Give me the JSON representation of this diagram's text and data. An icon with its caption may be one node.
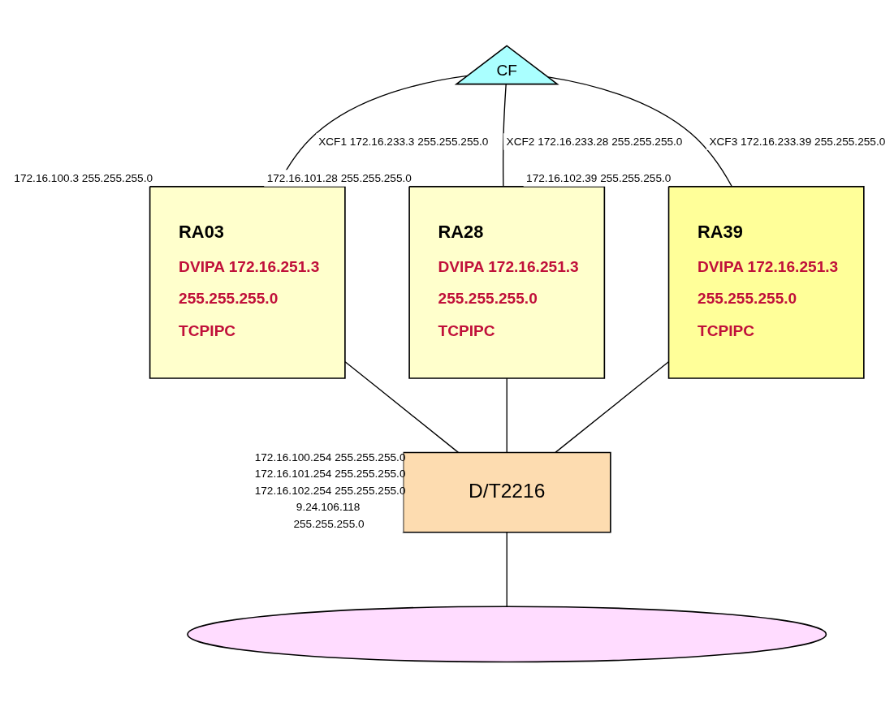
{
  "diagram": {
    "nodes": [
      {
        "text": [
          "CF"
        ]
      },
      {
        "text": [
          "RA03",
          "DVIPA 172.16.251.3",
          "255.255.255.0",
          "TCPIPC"
        ],
        "beside": [
          "172.16.100.3 255.255.255.0"
        ]
      },
      {
        "text": [
          "RA28",
          "DVIPA 172.16.251.3",
          "255.255.255.0",
          "TCPIPC"
        ],
        "beside": [
          "172.16.101.28 255.255.255.0"
        ]
      },
      {
        "text": [
          "RA39",
          "DVIPA 172.16.251.3",
          "255.255.255.0",
          "TCPIPC"
        ],
        "beside": [
          "172.16.102.39 255.255.255.0"
        ]
      },
      {
        "text": [
          "D/T2216"
        ],
        "beside": [
          "172.16.100.254 255.255.255.0",
          "172.16.101.254 255.255.255.0",
          "172.16.102.254 255.255.255.0",
          "9.24.106.118",
          "255.255.255.0"
        ]
      },
      {
        "text": [],
        "shape": "ellipse"
      }
    ],
    "edges": [
      {
        "from": 0,
        "to": 1,
        "arrow": "none",
        "label": "XCF1 172.16.233.3 255.255.255.0"
      },
      {
        "from": 0,
        "to": 2,
        "arrow": "none",
        "label": "XCF2 172.16.233.28 255.255.255.0"
      },
      {
        "from": 0,
        "to": 3,
        "arrow": "none",
        "label": "XCF3 172.16.233.39 255.255.255.0"
      },
      {
        "from": 1,
        "to": 4,
        "arrow": "none"
      },
      {
        "from": 2,
        "to": 4,
        "arrow": "none"
      },
      {
        "from": 3,
        "to": 4,
        "arrow": "none"
      },
      {
        "from": 4,
        "to": 5,
        "arrow": "none"
      }
    ]
  }
}
